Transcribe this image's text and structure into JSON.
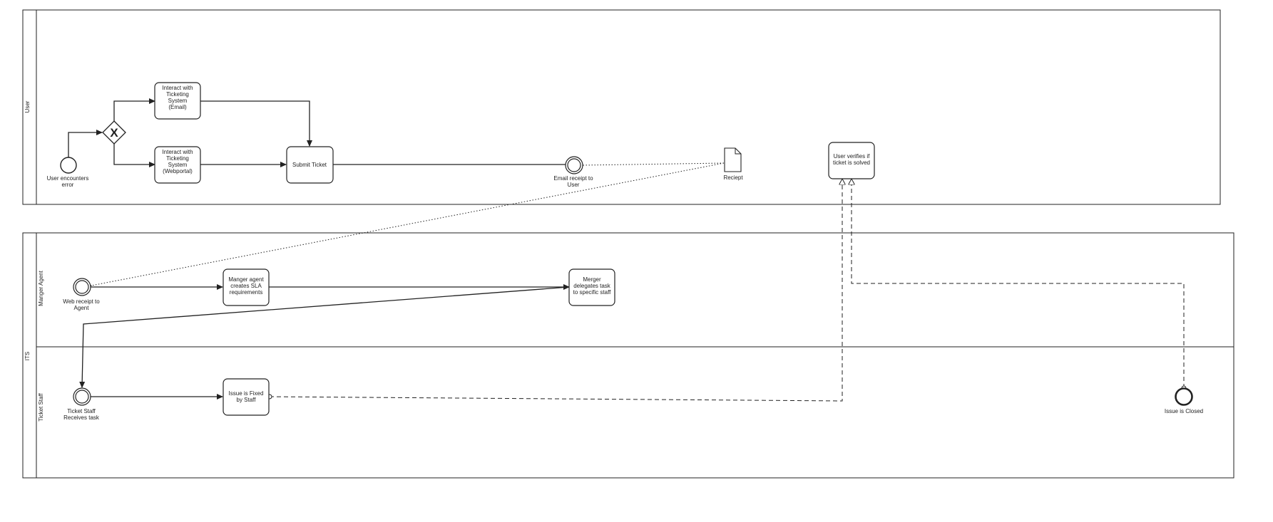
{
  "pools": {
    "user": "User",
    "its": "ITS"
  },
  "lanes": {
    "manager_agent": "Manger Agent",
    "ticket_staff": "Ticket Staff"
  },
  "events": {
    "start": [
      "User encounters",
      "error"
    ],
    "email_receipt": [
      "Email receipt to",
      "User"
    ],
    "web_receipt": [
      "Web receipt to",
      "Agent"
    ],
    "staff_receives": [
      "Ticket Staff",
      "Receives task"
    ],
    "closed": [
      "Issue is Closed"
    ]
  },
  "tasks": {
    "interact_email": [
      "Interact with",
      "Ticketing",
      "System",
      "(Email)"
    ],
    "interact_web": [
      "Interact with",
      "Ticketing",
      "System",
      "(Webportal)"
    ],
    "submit": [
      "Submit Ticket"
    ],
    "verify": [
      "User verifies if",
      "ticket is solved"
    ],
    "sla": [
      "Manger agent",
      "creates SLA",
      "requirements"
    ],
    "delegate": [
      "Merger",
      "delegates task",
      "to specific staff"
    ],
    "fixed": [
      "Issue is Fixed",
      "by Staff"
    ]
  },
  "data_object": {
    "receipt": "Reciept"
  },
  "gateway": {
    "symbol": "X"
  }
}
